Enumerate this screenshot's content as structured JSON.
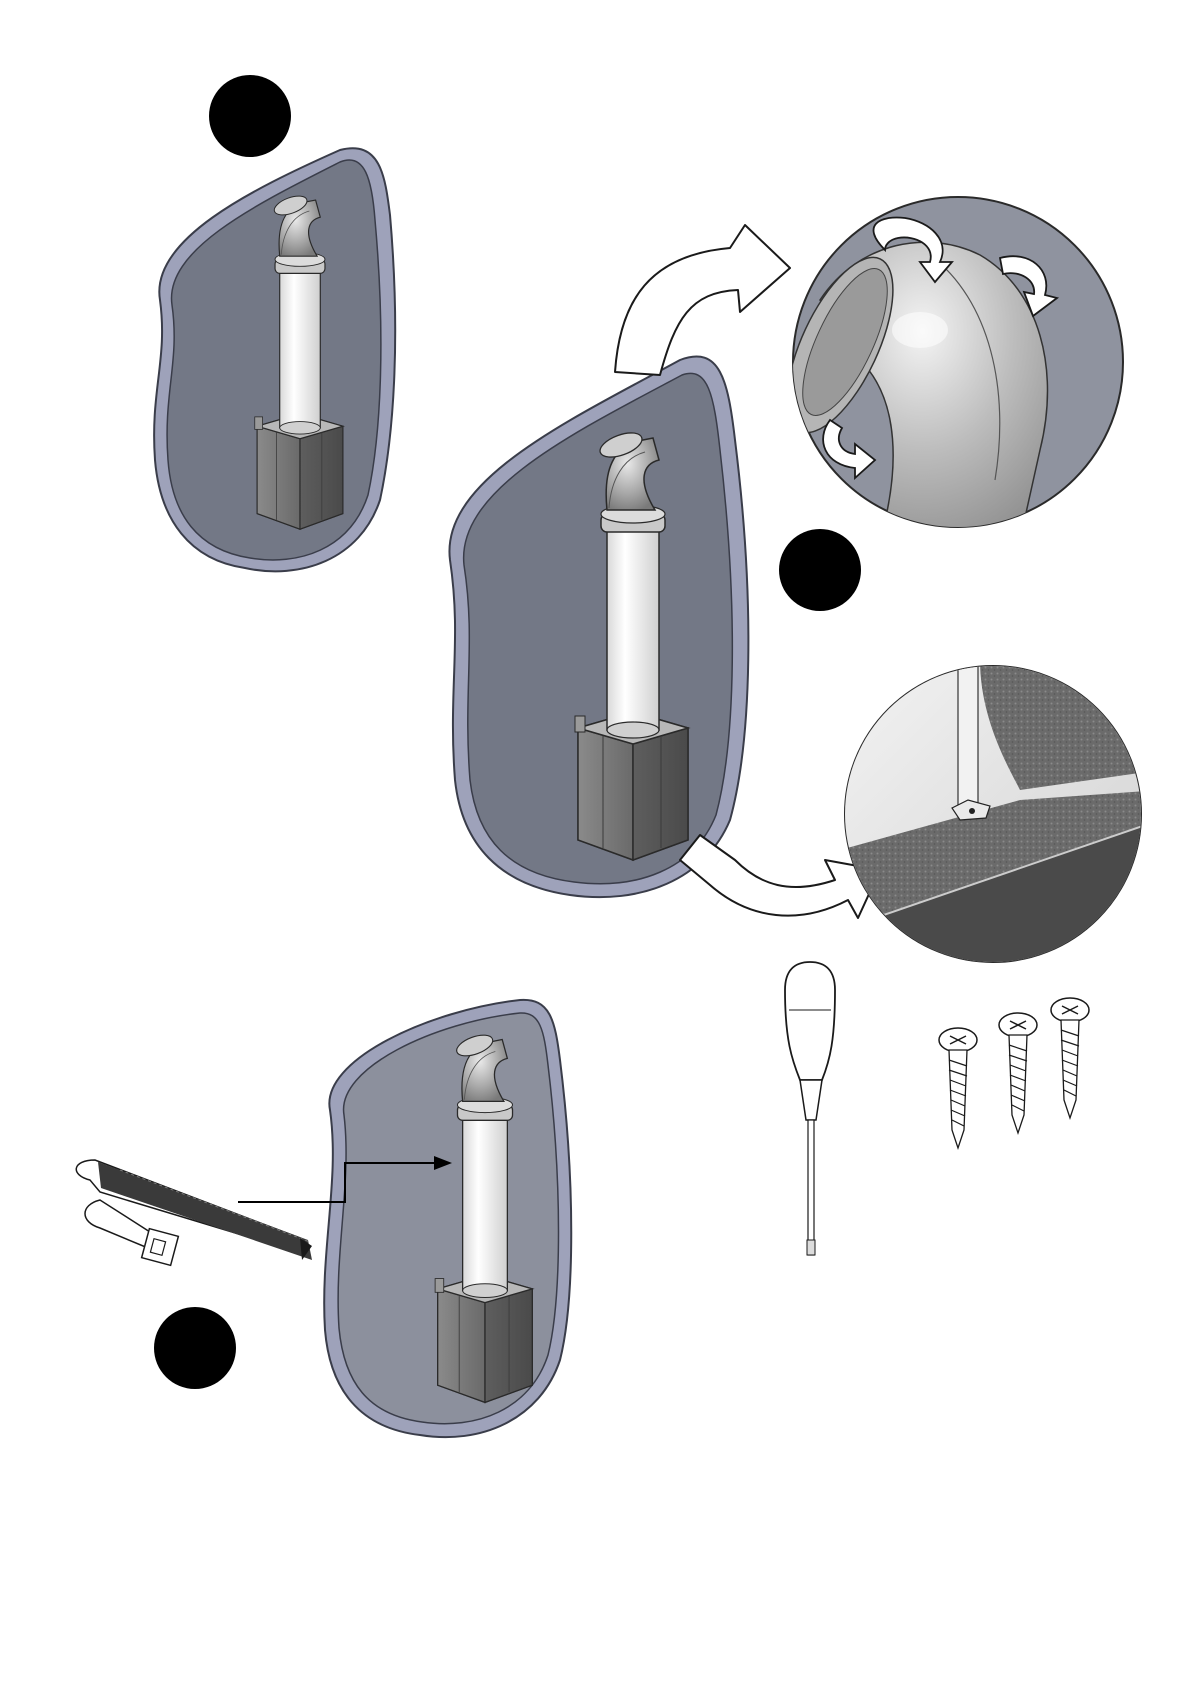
{
  "page": {
    "background": "#ffffff"
  },
  "colors": {
    "wall_face": "#737886",
    "wall_edge": "#9ea2ba",
    "wall_face_light": "#8c909d",
    "duct_white": "#f4f4f4",
    "duct_grey": "#6d6d6d",
    "elbow_grey": "#a9a9a9",
    "box_dark": "#5e5e5e",
    "box_mid": "#7b7b7b",
    "detail_bg": "#8f939f",
    "step_marker": "#000000"
  },
  "steps": [
    {
      "id": "step-1",
      "label": ""
    },
    {
      "id": "step-2",
      "label": ""
    },
    {
      "id": "step-3",
      "label": ""
    }
  ],
  "details": [
    {
      "id": "elbow-rotate-detail",
      "icon": "rotate-arrows-icon"
    },
    {
      "id": "box-screw-detail",
      "icon": "screw-hole-icon"
    }
  ],
  "tools": [
    {
      "id": "screwdriver",
      "icon": "screwdriver-icon"
    },
    {
      "id": "screws",
      "icon": "screw-icon",
      "count": 3
    },
    {
      "id": "cable-tie",
      "icon": "cable-tie-icon"
    }
  ]
}
